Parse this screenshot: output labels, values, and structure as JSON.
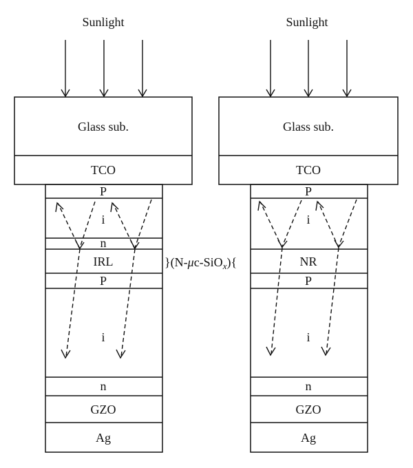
{
  "left_cell": {
    "sunlight": "Sunlight",
    "glass": "Glass sub.",
    "tco": "TCO",
    "top_p": "P",
    "top_i": "i",
    "top_n": "n",
    "middle_layer": "IRL",
    "mid_p": "P",
    "bottom_i": "i",
    "bottom_n": "n",
    "gzo": "GZO",
    "ag": "Ag"
  },
  "right_cell": {
    "sunlight": "Sunlight",
    "glass": "Glass sub.",
    "tco": "TCO",
    "top_p": "P",
    "top_i": "i",
    "top_n": "",
    "middle_layer": "NR",
    "mid_p": "P",
    "bottom_i": "i",
    "bottom_n": "n",
    "gzo": "GZO",
    "ag": "Ag"
  },
  "connector": {
    "brace_left": "}",
    "label_prefix": "(N-",
    "label_mu": "μ",
    "label_mid": "c-SiO",
    "label_sub": "x",
    "label_suffix": ")",
    "brace_right": "{"
  },
  "colors": {
    "ink": "#111111",
    "background": "#ffffff"
  }
}
